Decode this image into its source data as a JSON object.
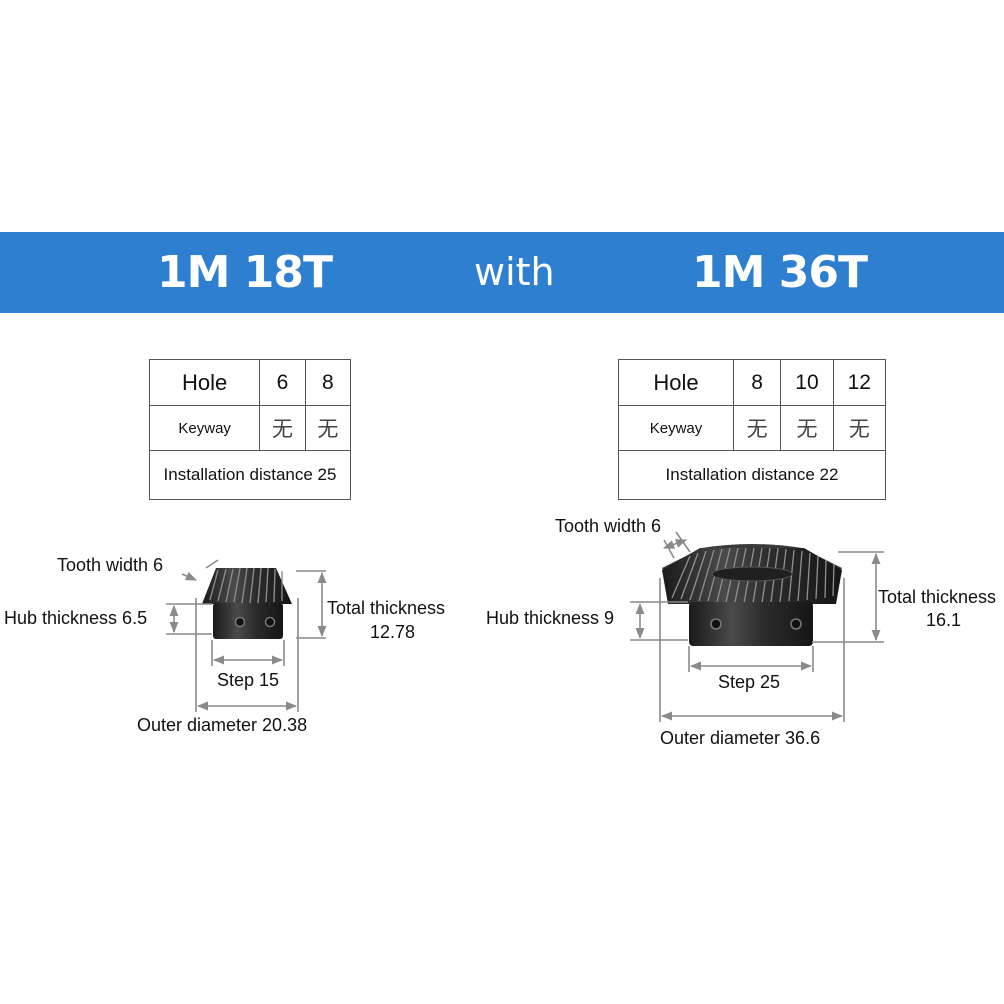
{
  "banner": {
    "left": "1M 18T",
    "middle": "with",
    "right": "1M 36T"
  },
  "left_gear": {
    "table": {
      "hole_header": "Hole",
      "hole_values": [
        "6",
        "8"
      ],
      "keyway_header": "Keyway",
      "keyway_values": [
        "无",
        "无"
      ],
      "installation": "Installation distance 25"
    },
    "labels": {
      "tooth_width": "Tooth width 6",
      "hub_thickness": "Hub thickness 6.5",
      "total_thickness": "Total thickness",
      "total_thickness_value": "12.78",
      "step": "Step 15",
      "outer_diameter": "Outer diameter 20.38"
    }
  },
  "right_gear": {
    "table": {
      "hole_header": "Hole",
      "hole_values": [
        "8",
        "10",
        "12"
      ],
      "keyway_header": "Keyway",
      "keyway_values": [
        "无",
        "无",
        "无"
      ],
      "installation": "Installation distance 22"
    },
    "labels": {
      "tooth_width": "Tooth width 6",
      "hub_thickness": "Hub thickness 9",
      "total_thickness": "Total thickness",
      "total_thickness_value": "16.1",
      "step": "Step 25",
      "outer_diameter": "Outer diameter 36.6"
    }
  },
  "colors": {
    "banner": "#2f7fd1",
    "gear_metal": "#2a2a2a",
    "dimension_line": "#8a8a8a"
  }
}
